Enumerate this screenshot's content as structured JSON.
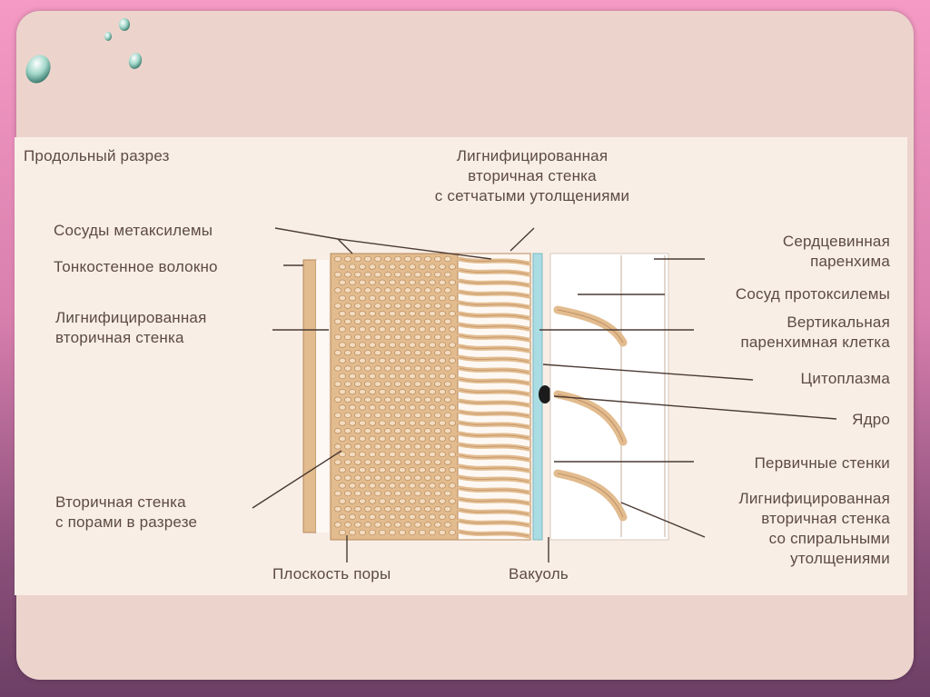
{
  "labels": {
    "section_title": "Продольный разрез",
    "lignified_reticulate": [
      "Лигнифицированная",
      "вторичная стенка",
      "с сетчатыми утолщениями"
    ],
    "metaxylem_vessels": "Сосуды метаксилемы",
    "thin_fiber": "Тонкостенное волокно",
    "lignified_wall": [
      "Лигнифицированная",
      "вторичная стенка"
    ],
    "pitted_wall": [
      "Вторичная стенка",
      "с порами в разрезе"
    ],
    "pore_plane": "Плоскость поры",
    "vacuole": "Вакуоль",
    "pith_parenchyma": [
      "Сердцевинная",
      "паренхима"
    ],
    "protoxylem_vessel": "Сосуд протоксилемы",
    "vertical_parenchyma": [
      "Вертикальная",
      "паренхимная клетка"
    ],
    "cytoplasm": "Цитоплазма",
    "nucleus": "Ядро",
    "primary_walls": "Первичные стенки",
    "lignified_spiral": [
      "Лигнифицированная",
      "вторичная стенка",
      "со спиральными",
      "утолщениями"
    ]
  },
  "colors": {
    "frame_pink": "#f59ac4",
    "slide_bg": "#ecd4cc",
    "figure_bg": "#f8eee6",
    "wall_tan": "#e2bb8e",
    "wall_edge": "#b88a5c",
    "cytoplasm_blue": "#a9dde3",
    "label_text": "#5d4b42"
  }
}
